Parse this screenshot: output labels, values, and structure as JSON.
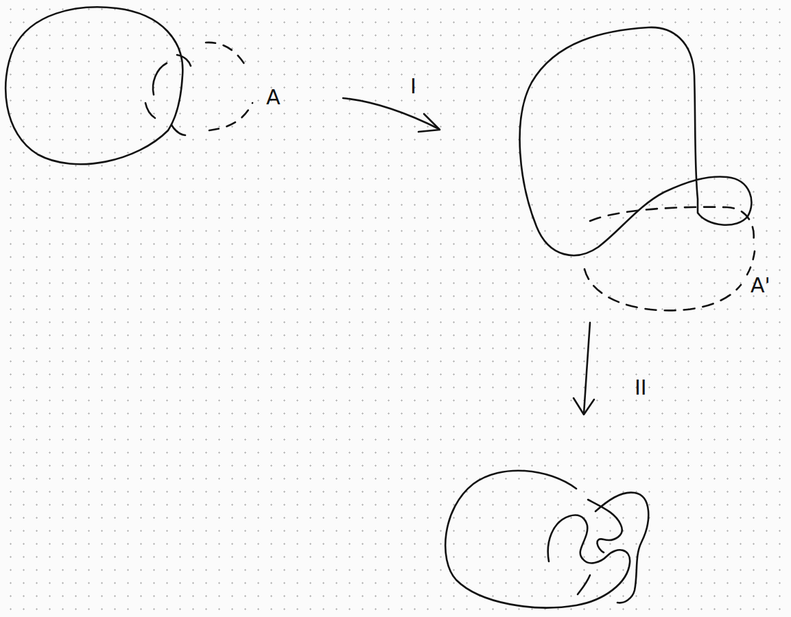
{
  "diagram": {
    "labels": [
      "A",
      "I",
      "A'",
      "II"
    ]
  }
}
